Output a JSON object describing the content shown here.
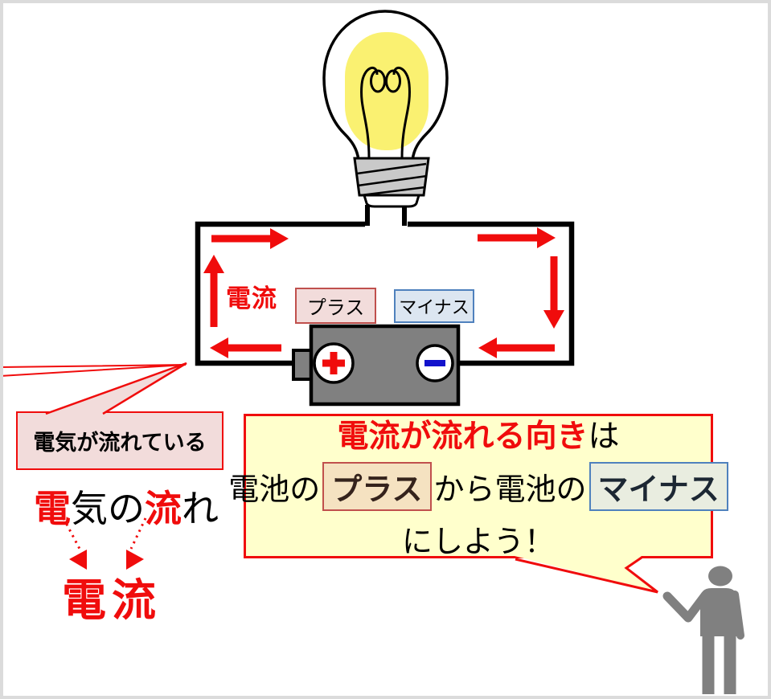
{
  "colors": {
    "accent_red": "#F00C0C",
    "pink_fill": "#F2DCDB",
    "pink_border": "#C0504D",
    "blue_fill": "#DCE6F1",
    "blue_border": "#4F81BD",
    "bubble_yellow": "#FFFFCC",
    "tan_fill": "#F5E2C1",
    "sage_fill": "#E9EDE0",
    "figure_gray": "#808080",
    "bulb_glow_yellow": "#FAF171",
    "battery_minus_blue": "#1212CC",
    "frame_gray": "#DBDBDB"
  },
  "icons": {
    "bulb": "light-bulb-icon",
    "battery": "battery-icon",
    "battery_plus": "plus-in-circle-icon",
    "battery_minus": "minus-in-circle-icon",
    "person": "presenter-person-icon",
    "flow_arrows": "red-current-arrow-icons"
  },
  "circuit": {
    "current_label": "電流",
    "plus_tag": "プラス",
    "minus_tag": "マイナス"
  },
  "left_callout": {
    "text": "電気が流れている"
  },
  "flow_phrase": {
    "seg1": "電",
    "seg2": "気の",
    "seg3": "流",
    "seg4": "れ",
    "result": "電流"
  },
  "bubble": {
    "line1_highlight": "電流が流れる向き",
    "line1_rest": "は",
    "line2_a": "電池の",
    "line2_plus": "プラス",
    "line2_b": "から電池の",
    "line2_minus": "マイナス",
    "line3": "にしよう！"
  }
}
